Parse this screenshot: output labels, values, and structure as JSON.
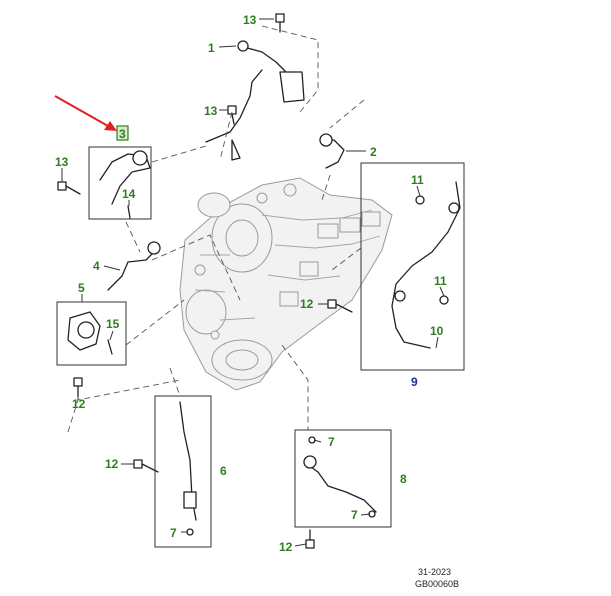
{
  "callouts": {
    "c1": "1",
    "c2": "2",
    "c3": "3",
    "c4": "4",
    "c5": "5",
    "c6": "6",
    "c7a": "7",
    "c7b": "7",
    "c7c": "7",
    "c8": "8",
    "c9": "9",
    "c10": "10",
    "c11a": "11",
    "c11b": "11",
    "c12a": "12",
    "c12b": "12",
    "c12c": "12",
    "c12d": "12",
    "c13a": "13",
    "c13b": "13",
    "c13c": "13",
    "c14": "14",
    "c15": "15"
  },
  "footer": {
    "date": "31-2023",
    "code": "GB00060B"
  },
  "colors": {
    "callout_green": "#2e7d1f",
    "callout_blue": "#1f2d9e",
    "highlight_box": "#2e7d1f",
    "arrow_red": "#e02020"
  }
}
